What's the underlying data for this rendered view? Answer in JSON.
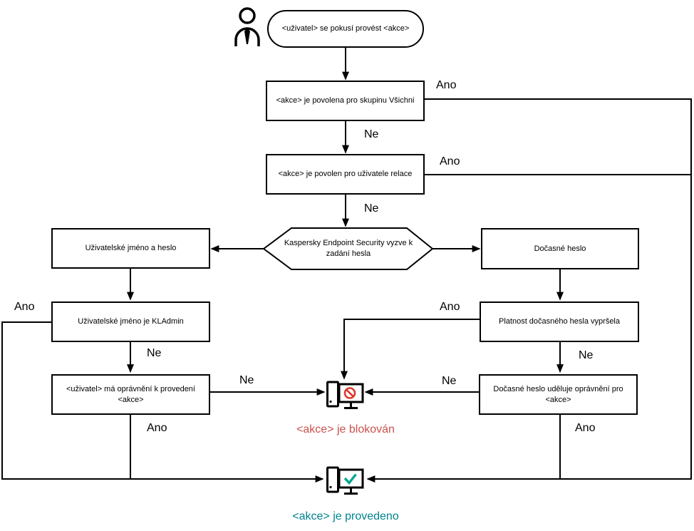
{
  "labels": {
    "yes": "Ano",
    "no": "Ne"
  },
  "nodes": {
    "start": "<uživatel> se pokusí provést <akce>",
    "allowed_for_everyone": "<akce> je povolena pro skupinu Všichni",
    "allowed_for_session_user": "<akce> je povolen pro uživatele relace",
    "password_prompt": "Kaspersky Endpoint Security vyzve k zadání hesla",
    "username_and_password": "Uživatelské jméno a heslo",
    "temporary_password": "Dočasné heslo",
    "username_is_kladmin": "Uživatelské jméno je KLAdmin",
    "temp_password_expired": "Platnost dočasného hesla vypršela",
    "user_has_permission": "<uživatel> má oprávnění k provedení <akce>",
    "temp_password_grants": "Dočasné heslo uděluje oprávnění pro <akce>",
    "action_blocked": "<akce> je blokován",
    "action_executed": "<akce> je provedeno"
  },
  "icons": {
    "user": "user-icon",
    "blocked": "computer-blocked-icon",
    "executed": "computer-check-icon"
  },
  "colors": {
    "line": "#000000",
    "box_border": "#000000",
    "blocked_text": "#c9524e",
    "blocked_symbol": "#dd3a2e",
    "executed_text": "#00838f",
    "executed_symbol": "#00a88e"
  }
}
